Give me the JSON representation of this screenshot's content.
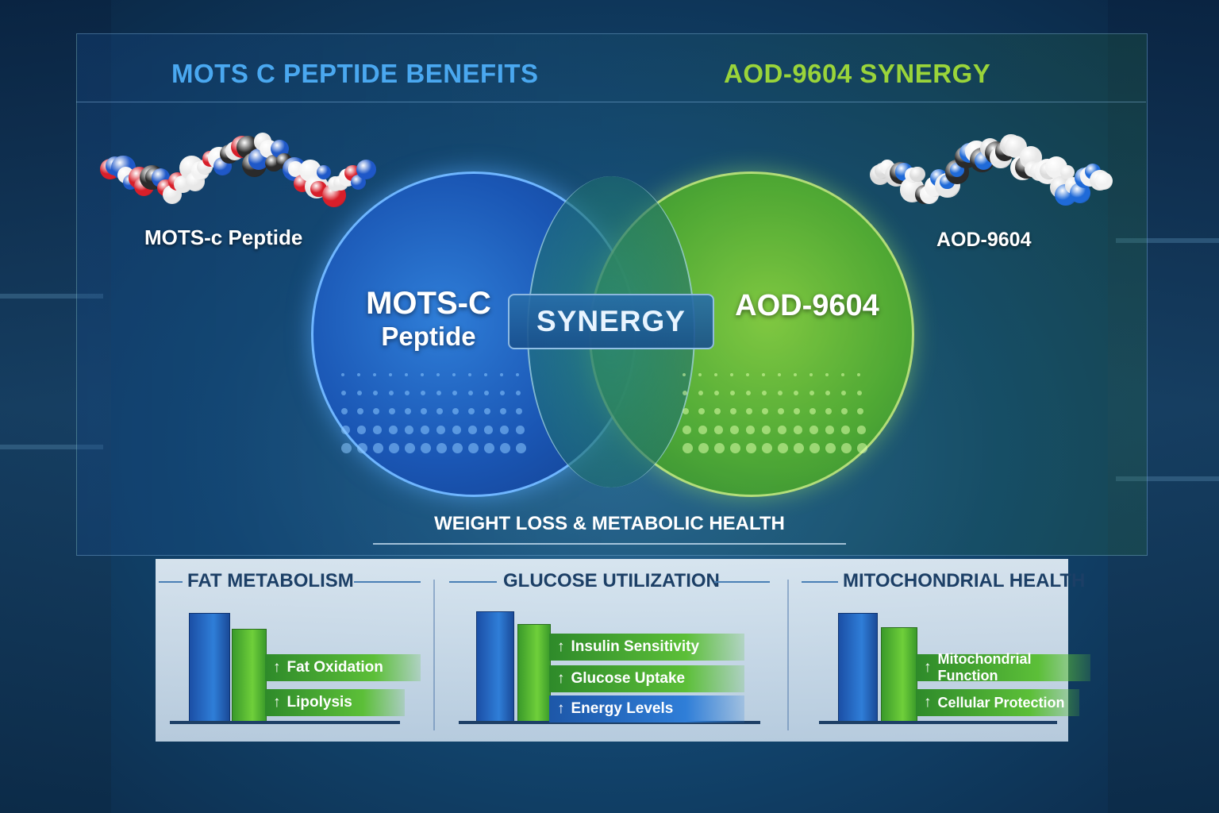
{
  "header": {
    "left_title": "MOTS C PEPTIDE BENEFITS",
    "right_title": "AOD-9604 SYNERGY"
  },
  "molecules": {
    "left_label": "MOTS-c Peptide",
    "right_label": "AOD-9604"
  },
  "venn": {
    "left_line1": "MOTS-C",
    "left_line2": "Peptide",
    "right": "AOD-9604",
    "center": "SYNERGY"
  },
  "subtitle": "WEIGHT LOSS & METABOLIC HEALTH",
  "sections": [
    {
      "title": "FAT METABOLISM",
      "benefits": [
        "Fat Oxidation",
        "Lipolysis"
      ]
    },
    {
      "title": "GLUCOSE UTILIZATION",
      "benefits": [
        "Insulin Sensitivity",
        "Glucose Uptake",
        "Energy Levels"
      ]
    },
    {
      "title": "MITOCHONDRIAL HEALTH",
      "benefits": [
        "Mitochondrial Function",
        "Cellular Protection"
      ]
    }
  ],
  "arrow_glyph": "↑",
  "colors": {
    "mots_blue": "#1a56b4",
    "aod_green": "#56b42c",
    "title_blue": "#4aa8f0",
    "title_green": "#9ad43a"
  }
}
